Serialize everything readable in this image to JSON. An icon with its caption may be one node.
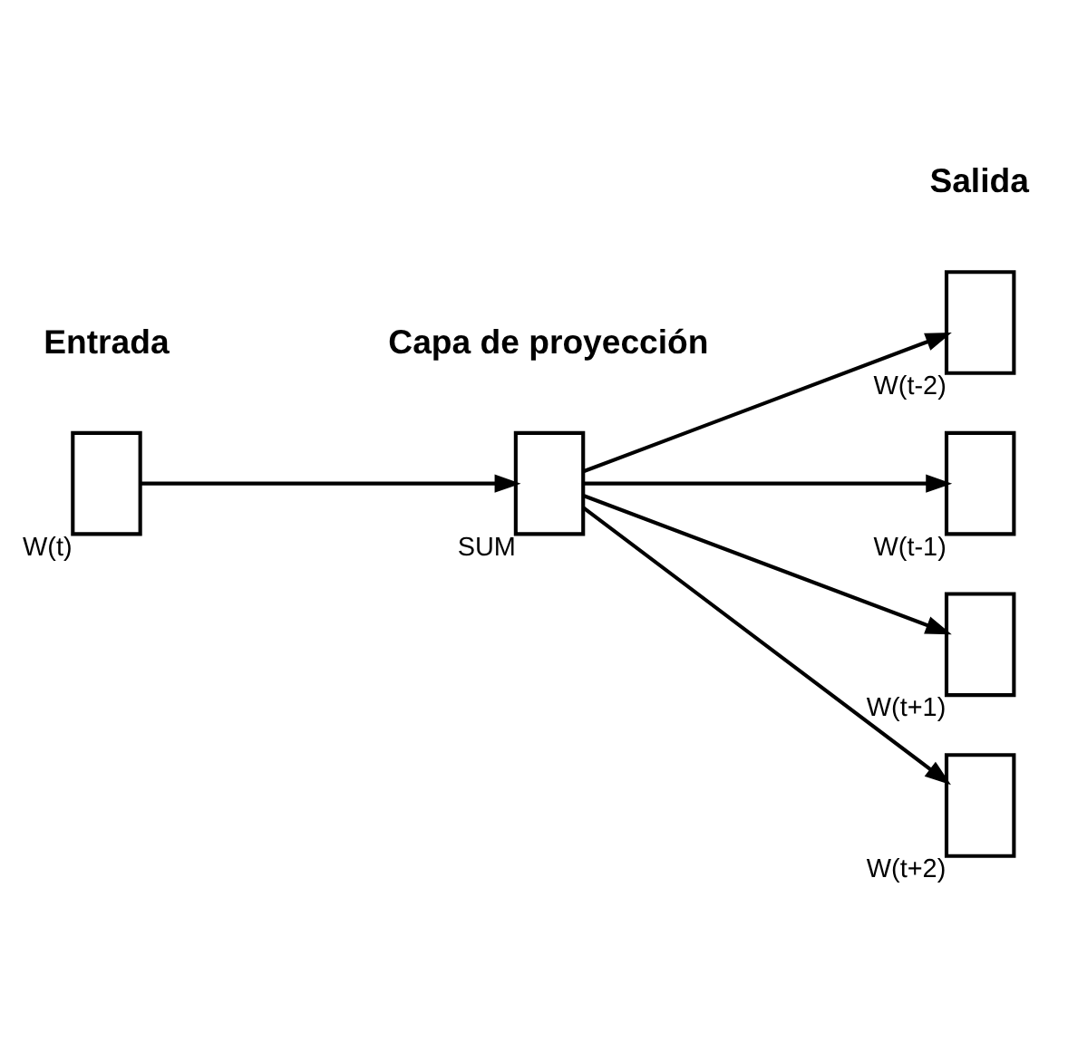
{
  "diagram": {
    "nodes": [
      {
        "text": [],
        "shape": "box",
        "beside": [
          "W(t)"
        ]
      },
      {
        "text": [],
        "shape": "box",
        "beside": [
          "SUM"
        ]
      },
      {
        "text": [],
        "shape": "box",
        "beside": [
          "W(t-2)"
        ]
      },
      {
        "text": [],
        "shape": "box",
        "beside": [
          "W(t-1)"
        ]
      },
      {
        "text": [],
        "shape": "box",
        "beside": [
          "W(t+1)"
        ]
      },
      {
        "text": [],
        "shape": "box",
        "beside": [
          "W(t+2)"
        ]
      }
    ],
    "edges": [
      {
        "from": 0,
        "to": 1,
        "arrow": "to"
      },
      {
        "from": 1,
        "to": 2,
        "arrow": "to"
      },
      {
        "from": 1,
        "to": 3,
        "arrow": "to"
      },
      {
        "from": 1,
        "to": 4,
        "arrow": "to"
      },
      {
        "from": 1,
        "to": 5,
        "arrow": "to"
      }
    ],
    "labels": [
      "Entrada",
      "Capa de proyección",
      "Salida"
    ]
  }
}
